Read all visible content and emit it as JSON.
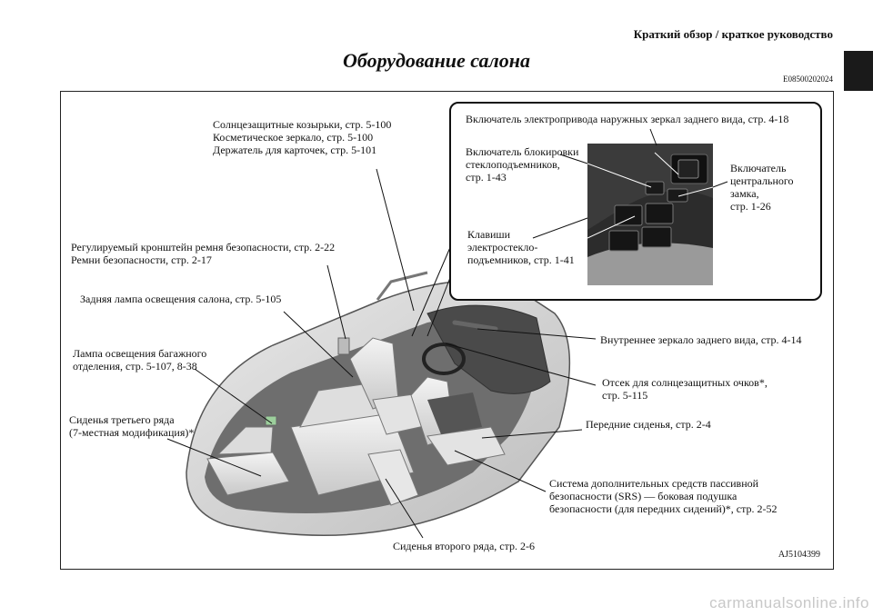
{
  "header": {
    "section": "Краткий обзор / краткое руководство",
    "title": "Оборудование салона",
    "code": "E08500202024"
  },
  "figure": {
    "code": "AJ5104399",
    "inset_labels": {
      "mirror_switch": "Включатель электропривода наружных зеркал заднего вида, стр. 4-18",
      "window_lock": [
        "Включатель блокировки",
        "стеклоподъемников,",
        "стр. 1-43"
      ],
      "central_lock": [
        "Включатель",
        "центрального",
        "замка,",
        "стр. 1-26"
      ],
      "window_keys": [
        "Клавиши",
        "электростекло-",
        "подъемников, стр. 1-41"
      ]
    },
    "labels": {
      "sun_visors": [
        "Солнцезащитные козырьки, стр. 5-100",
        "Косметическое зеркало, стр. 5-100",
        "Держатель для карточек, стр. 5-101"
      ],
      "belt_anchor": [
        "Регулируемый кронштейн ремня безопасности, стр. 2-22",
        "Ремни безопасности, стр. 2-17"
      ],
      "rear_lamp": "Задняя лампа освещения салона, стр. 5-105",
      "cargo_lamp": [
        "Лампа освещения багажного",
        "отделения, стр. 5-107, 8-38"
      ],
      "third_row": [
        "Сиденья третьего ряда",
        "(7-местная модификация)*"
      ],
      "inner_mirror": "Внутреннее зеркало заднего вида, стр. 4-14",
      "glasses": [
        "Отсек для солнцезащитных очков*,",
        "стр. 5-115"
      ],
      "front_seats": "Передние сиденья, стр. 2-4",
      "srs": [
        "Система дополнительных средств пассивной",
        "безопасности (SRS) — боковая подушка",
        "безопасности (для передних сидений)*, стр. 2-52"
      ],
      "second_row": "Сиденья второго ряда, стр. 2-6"
    }
  },
  "watermark": "carmanualsonline.info"
}
